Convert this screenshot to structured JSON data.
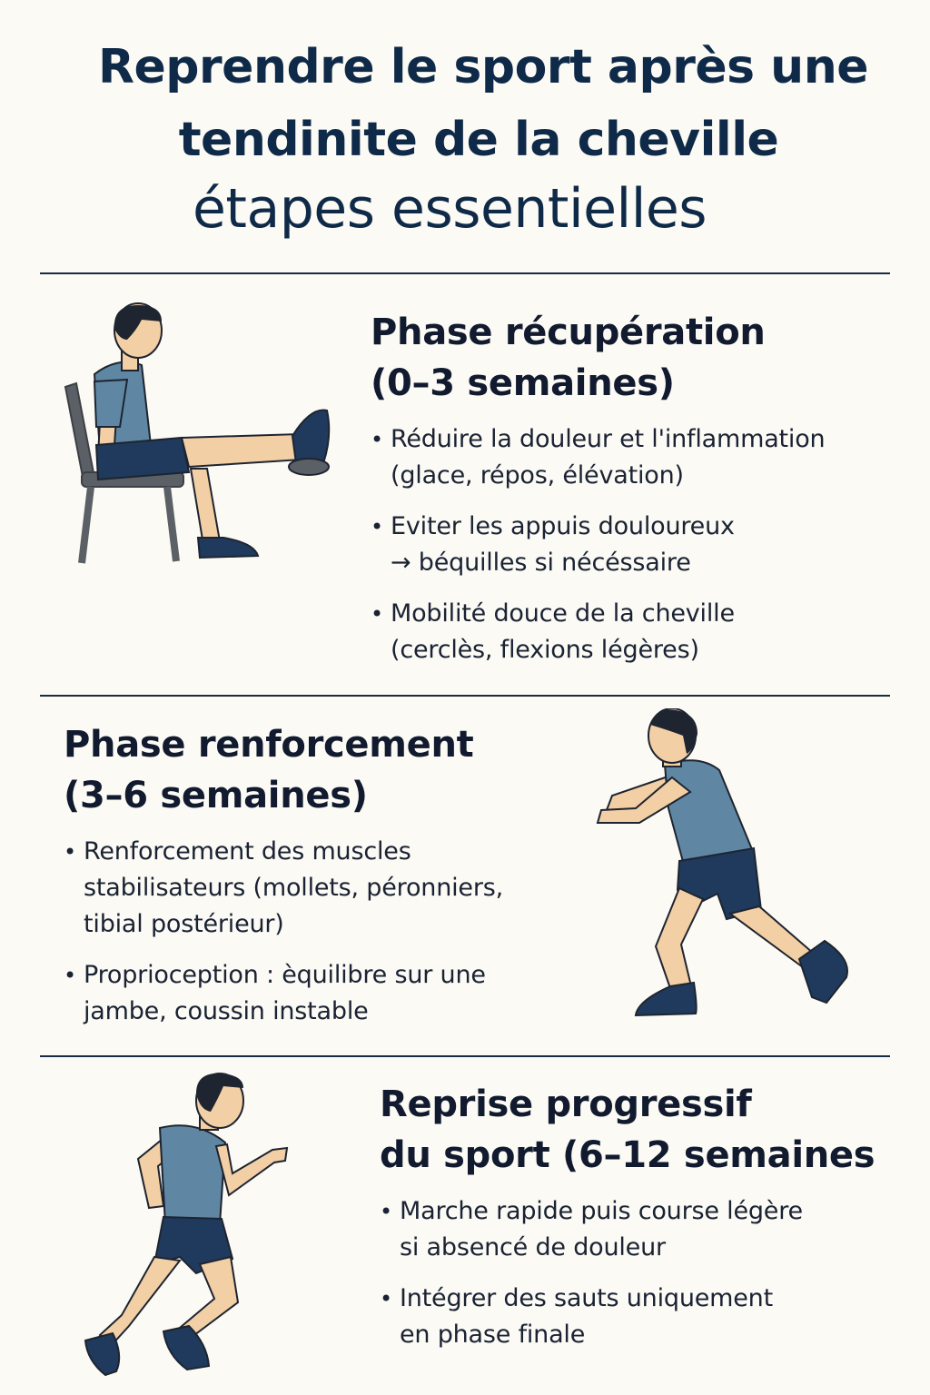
{
  "header": {
    "title_line1": "Reprendre le sport après une",
    "title_line2": "tendinite de la cheville",
    "subtitle": "étapes essentielles"
  },
  "phases": [
    {
      "title_line1": "Phase récupération",
      "title_line2": "(0–3 semaines)",
      "items": [
        [
          "Réduire la douleur et l'inflammation",
          "(glace, répos, élévation)"
        ],
        [
          "Eviter les appuis douloureux",
          "→ béquilles si nécéssaire"
        ],
        [
          "Mobilité douce de la cheville",
          "(cerclès, flexions légères)"
        ]
      ]
    },
    {
      "title_line1": "Phase renforcement",
      "title_line2": "(3–6 semaines)",
      "items": [
        [
          "Renforcement des muscles",
          "stabilisateurs (mollets, péronniers,",
          "tibial postérieur)"
        ],
        [
          "Proprioception : èquilibre sur une",
          "jambe, coussin instable"
        ]
      ]
    },
    {
      "title_line1": "Reprise progressif",
      "title_line2": "du sport (6–12 semaines",
      "items": [
        [
          "Marche rapide puis course légère",
          "si absencé de douleur"
        ],
        [
          "Intégrer des sauts uniquement",
          "en phase finale"
        ]
      ]
    }
  ],
  "colors": {
    "background": "#fbfaf4",
    "title": "#0f2a48",
    "shirt": "#5f87a3",
    "shorts": "#1f3a5c",
    "skin": "#f2cfa4",
    "hair": "#1e2430",
    "chair": "#5b6066",
    "shoe": "#1f3a5c"
  },
  "illustrations": [
    "seated-leg-raise-figure",
    "lunge-figure",
    "running-figure"
  ]
}
